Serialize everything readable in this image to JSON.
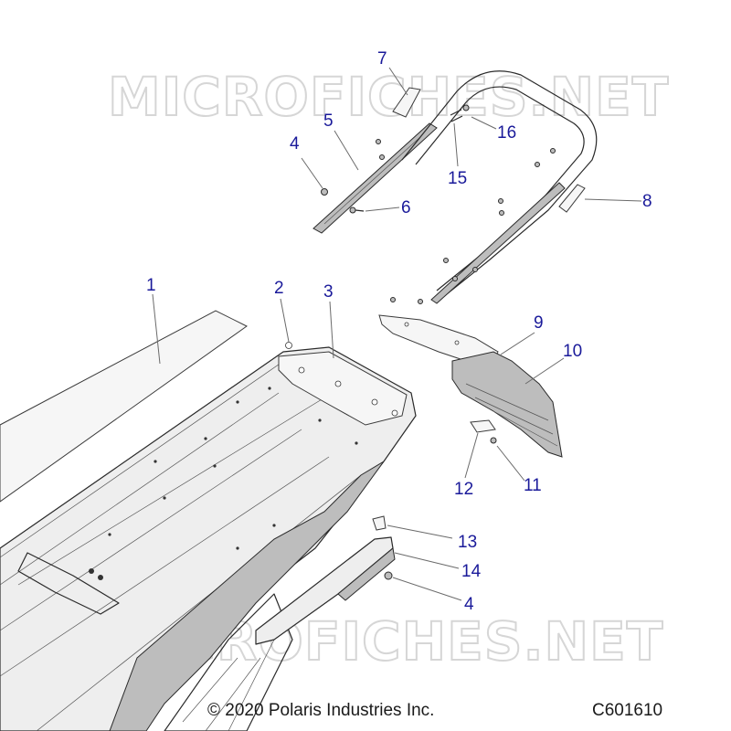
{
  "watermark": {
    "text_top": "MICROFICHES.NET",
    "text_bottom": "MICROFICHES.NET"
  },
  "callouts": {
    "c1": "1",
    "c2": "2",
    "c3": "3",
    "c4a": "4",
    "c4b": "4",
    "c5": "5",
    "c6": "6",
    "c7": "7",
    "c8": "8",
    "c9": "9",
    "c10": "10",
    "c11": "11",
    "c12": "12",
    "c13": "13",
    "c14": "14",
    "c15": "15",
    "c16": "16"
  },
  "footer": {
    "copyright": "© 2020 Polaris Industries Inc.",
    "code": "C601610"
  },
  "colors": {
    "callout": "#1a1a9a",
    "watermark": "#cfcfcf",
    "line": "#2a2a2a"
  }
}
